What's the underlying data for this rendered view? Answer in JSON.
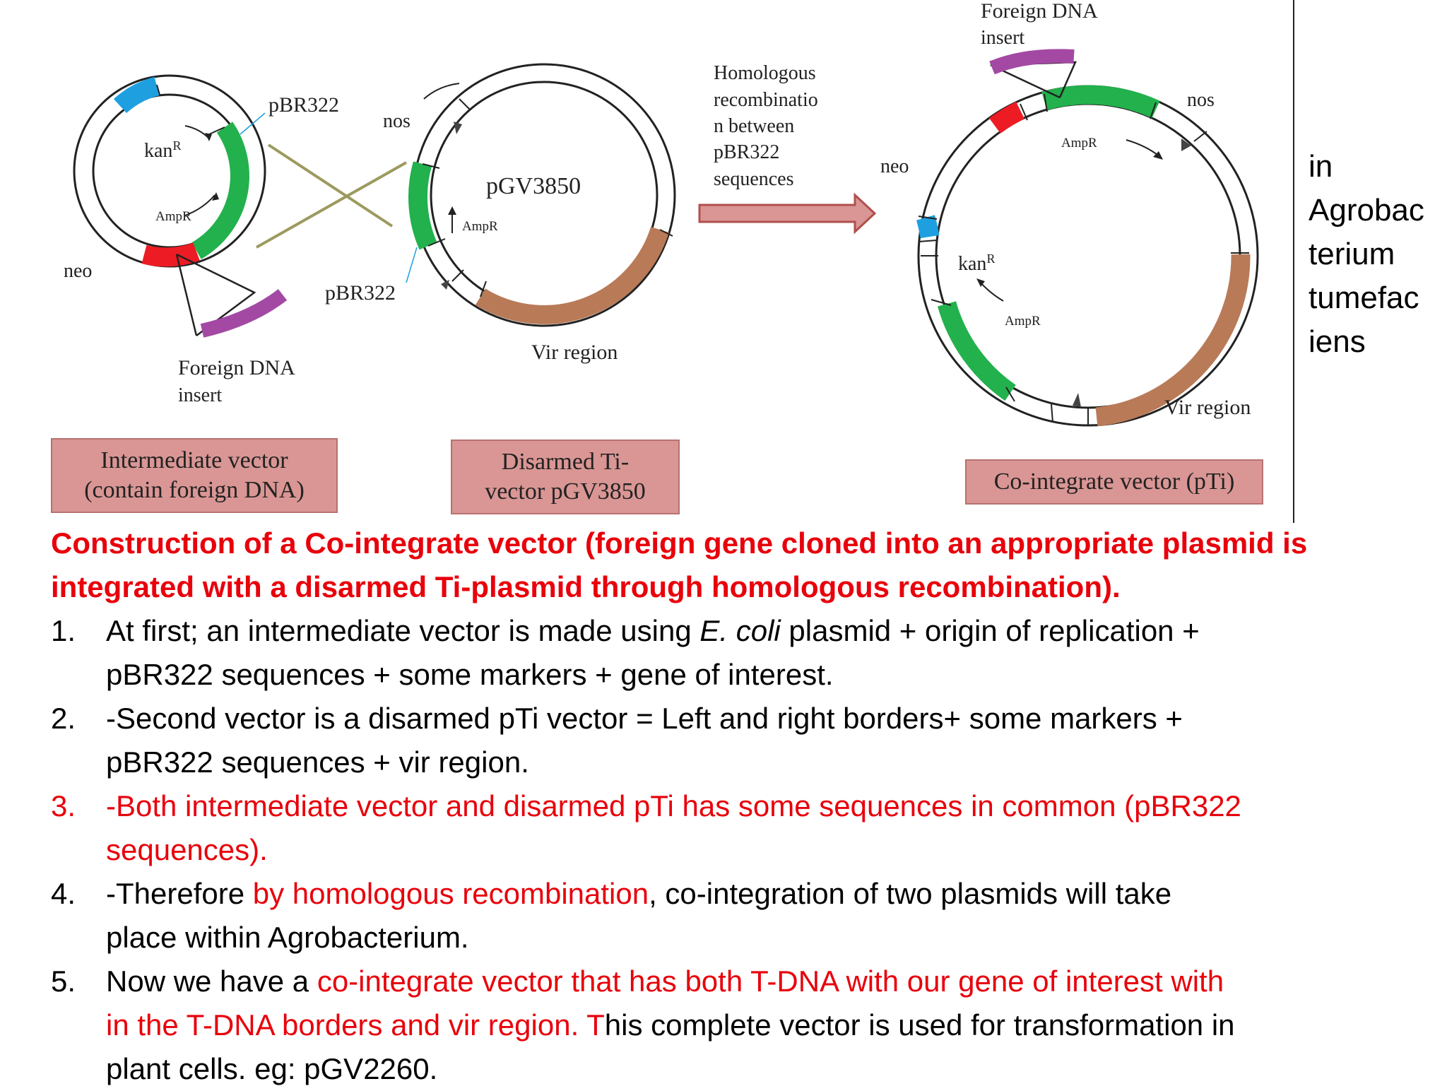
{
  "diagram": {
    "left_plasmid": {
      "pbr322": "pBR322",
      "kan": "kan",
      "kan_sup": "R",
      "ampr": "AmpR",
      "neo": "neo",
      "foreign_line1": "Foreign DNA",
      "foreign_line2": "insert"
    },
    "middle_plasmid": {
      "name": "pGV3850",
      "nos": "nos",
      "ampr": "AmpR",
      "pbr322": "pBR322",
      "vir": "Vir region"
    },
    "arrow_label": [
      "Homologous",
      "recombinatio",
      "n between",
      "pBR322",
      "sequences"
    ],
    "right_plasmid": {
      "foreign_line1": "Foreign DNA",
      "foreign_line2": "insert",
      "nos": "nos",
      "neo": "neo",
      "ampr_top": "AmpR",
      "kan": "kan",
      "kan_sup": "R",
      "ampr_bottom": "AmpR",
      "vir": "Vir region"
    },
    "captions": {
      "intermediate_line1": "Intermediate vector",
      "intermediate_line2": "(contain foreign DNA)",
      "disarmed_line1": "Disarmed Ti-",
      "disarmed_line2": "vector pGV3850",
      "cointegrate": "Co-integrate vector (pTi)"
    },
    "colors": {
      "green": "#22b14c",
      "red": "#ed1c24",
      "blue": "#1ea0e0",
      "brown": "#b97a57",
      "purple": "#a349a4",
      "caption_box": "#d99694"
    }
  },
  "side_note": [
    "in",
    "Agrobac",
    "terium",
    "tumefac",
    "iens"
  ],
  "heading_line1": "Construction of a Co-integrate vector (foreign gene cloned into an appropriate plasmid is",
  "heading_line2": "integrated with a disarmed Ti-plasmid through homologous recombination).",
  "steps": [
    {
      "num": "1.",
      "a": "At first; an intermediate vector is made using ",
      "italic": "E. coli",
      "b": " plasmid + origin of replication +",
      "line2": "pBR322 sequences + some markers + gene of interest."
    },
    {
      "num": "2.",
      "line1": "-Second vector is a disarmed pTi vector = Left and right borders+ some markers +",
      "line2": "pBR322 sequences + vir region."
    },
    {
      "num": "3.",
      "line1": "-Both intermediate vector and disarmed pTi has some sequences in common (pBR322",
      "line2": "sequences)."
    },
    {
      "num": "4.",
      "a": "-Therefore ",
      "red": "by homologous recombination",
      "b": ", co-integration of two plasmids will take",
      "line2": "place within Agrobacterium."
    },
    {
      "num": "5.",
      "a": "Now we have a ",
      "red1": "co-integrate  vector that has both T-DNA with our gene of interest with",
      "red2": "in the T-DNA borders and vir region. T",
      "b": "his complete vector is used for transformation  in",
      "line3": "plant cells. eg: pGV2260."
    }
  ]
}
